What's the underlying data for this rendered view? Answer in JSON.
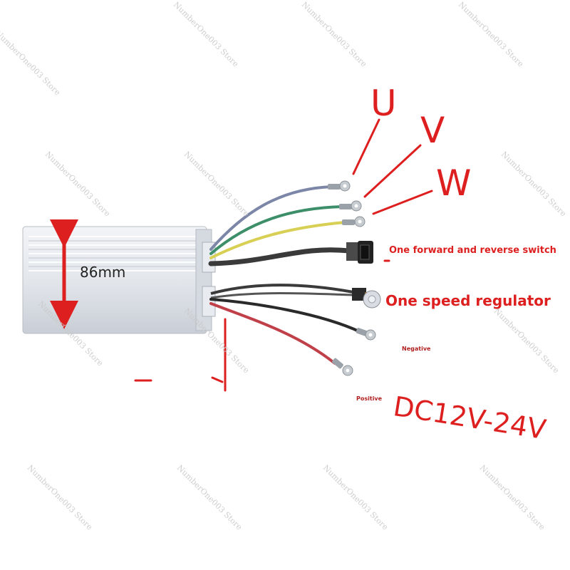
{
  "labels": {
    "u": "U",
    "v": "V",
    "w": "W",
    "switch": "One forward and reverse switch",
    "regulator": "One speed regulator",
    "negative": "Negative",
    "positive": "Positive",
    "voltage": "DC12V-24V",
    "dimension": "86mm"
  },
  "watermark": "NumberOne003  Store",
  "colors": {
    "annotation_red": "#dd1f1f",
    "housing": "#dfe4ea",
    "wire_blue": "#7c87a8",
    "wire_green": "#3d8f6a",
    "wire_yellow": "#d8cf55",
    "wire_black": "#2a2a2a",
    "wire_red": "#c0404a"
  }
}
